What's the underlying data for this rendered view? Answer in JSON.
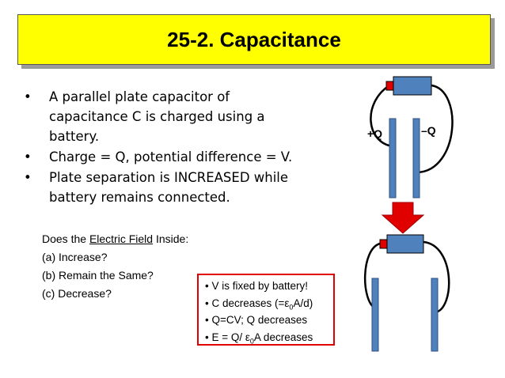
{
  "title": "25-2. Capacitance",
  "bullets": [
    {
      "marker": "•",
      "lines": [
        "A parallel plate capacitor of",
        "capacitance C is charged using a",
        "battery."
      ]
    },
    {
      "marker": "•",
      "lines": [
        "Charge = Q, potential difference = V."
      ]
    },
    {
      "marker": "•",
      "lines": [
        "Plate separation is INCREASED while",
        "battery remains connected."
      ]
    }
  ],
  "question": {
    "prefix": "Does the ",
    "link": "Electric Field",
    "suffix": " Inside:",
    "options": [
      "(a) Increase?",
      "(b) Remain the Same?",
      "(c) Decrease?"
    ]
  },
  "answers": [
    {
      "marker": "•",
      "pre": " V is fixed by battery!",
      "sub": "",
      "post": ""
    },
    {
      "marker": "•",
      "pre": " C decreases (=ε",
      "sub": "0",
      "post": "A/d)"
    },
    {
      "marker": "•",
      "pre": " Q=CV; Q decreases",
      "sub": "",
      "post": ""
    },
    {
      "marker": "•",
      "pre": " E = Q/ ε",
      "sub": "0",
      "post": "A decreases"
    }
  ],
  "diagram": {
    "plus_label": "+Q",
    "minus_label": "–Q",
    "colors": {
      "plate": "#4f81bd",
      "battery": "#4f81bd",
      "terminal": "#e00000",
      "arrow": "#e00000"
    }
  }
}
